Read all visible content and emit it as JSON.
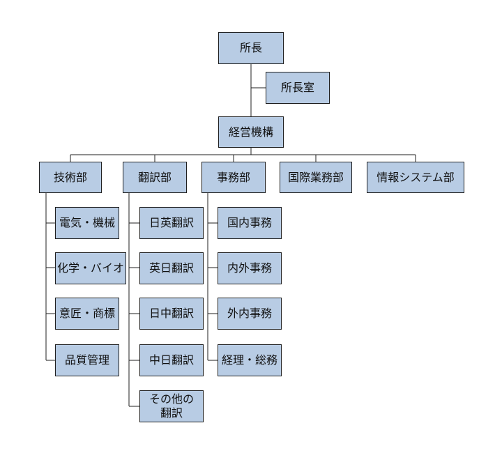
{
  "org": {
    "director": "所長",
    "director_office": "所長室",
    "management": "経営機構",
    "departments": {
      "tech": {
        "label": "技術部",
        "units": [
          "電気・機械",
          "化学・バイオ",
          "意匠・商標",
          "品質管理"
        ]
      },
      "translation": {
        "label": "翻訳部",
        "units": [
          "日英翻訳",
          "英日翻訳",
          "日中翻訳",
          "中日翻訳",
          "その他の翻訳"
        ]
      },
      "affairs": {
        "label": "事務部",
        "units": [
          "国内事務",
          "内外事務",
          "外内事務",
          "経理・総務"
        ]
      },
      "intl": {
        "label": "国際業務部"
      },
      "info": {
        "label": "情報システム部"
      }
    }
  }
}
